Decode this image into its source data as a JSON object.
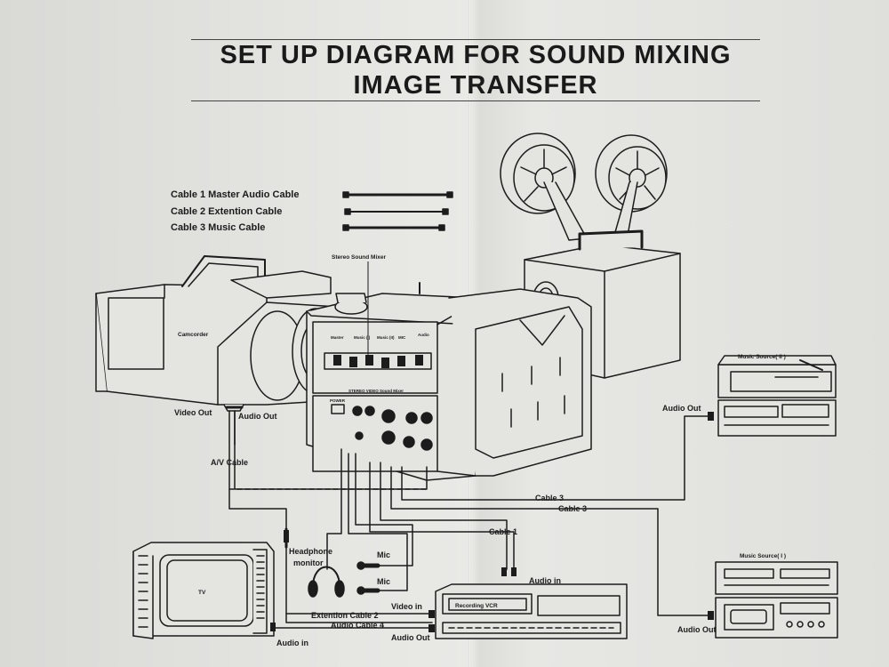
{
  "title": {
    "line1": "SET UP DIAGRAM FOR SOUND MIXING",
    "line2": "IMAGE TRANSFER"
  },
  "legend": [
    {
      "label": "Cable 1 Master Audio Cable"
    },
    {
      "label": "Cable 2 Extention Cable"
    },
    {
      "label": "Cable 3 Music Cable"
    }
  ],
  "labels": {
    "stereo_sound_mixer": "Stereo Sound  Mixer",
    "camcorder": "Camcorder",
    "video_out": "Video Out",
    "camcorder_audio_out": "Audio Out",
    "av_cable": "A/V Cable",
    "music_source_2": "Music Source( II )",
    "music_source_2_audio_out": "Audio Out",
    "cable3_upper": "Cable 3",
    "cable3_lower": "Cable 3",
    "cable1": "Cable 1",
    "headphone": "Headphone",
    "monitor": "monitor",
    "mic1": "Mic",
    "mic2": "Mic",
    "tv": "TV",
    "vcr_audio_in": "Audio in",
    "vcr_video_in": "Video in",
    "extention_cable_2": "Extention Cable 2",
    "audio_cable_4": "Audio Cable 4",
    "vcr_audio_out": "Audio Out",
    "tv_audio_in": "Audio in",
    "recording_vcr": "Recording VCR",
    "music_source_1": "Music Source( I )",
    "music_source_1_audio_out": "Audio Out"
  },
  "mixer_labels": {
    "master": "Master",
    "music_1": "Music (I)",
    "music_2": "Music (II)",
    "mic": "MIC",
    "audio": "Audio",
    "brand": "STEREO VIDEO Sound Mixer",
    "power": "POWER"
  },
  "colors": {
    "ink": "#1c1c1c",
    "paper": "#e4e4e1"
  }
}
